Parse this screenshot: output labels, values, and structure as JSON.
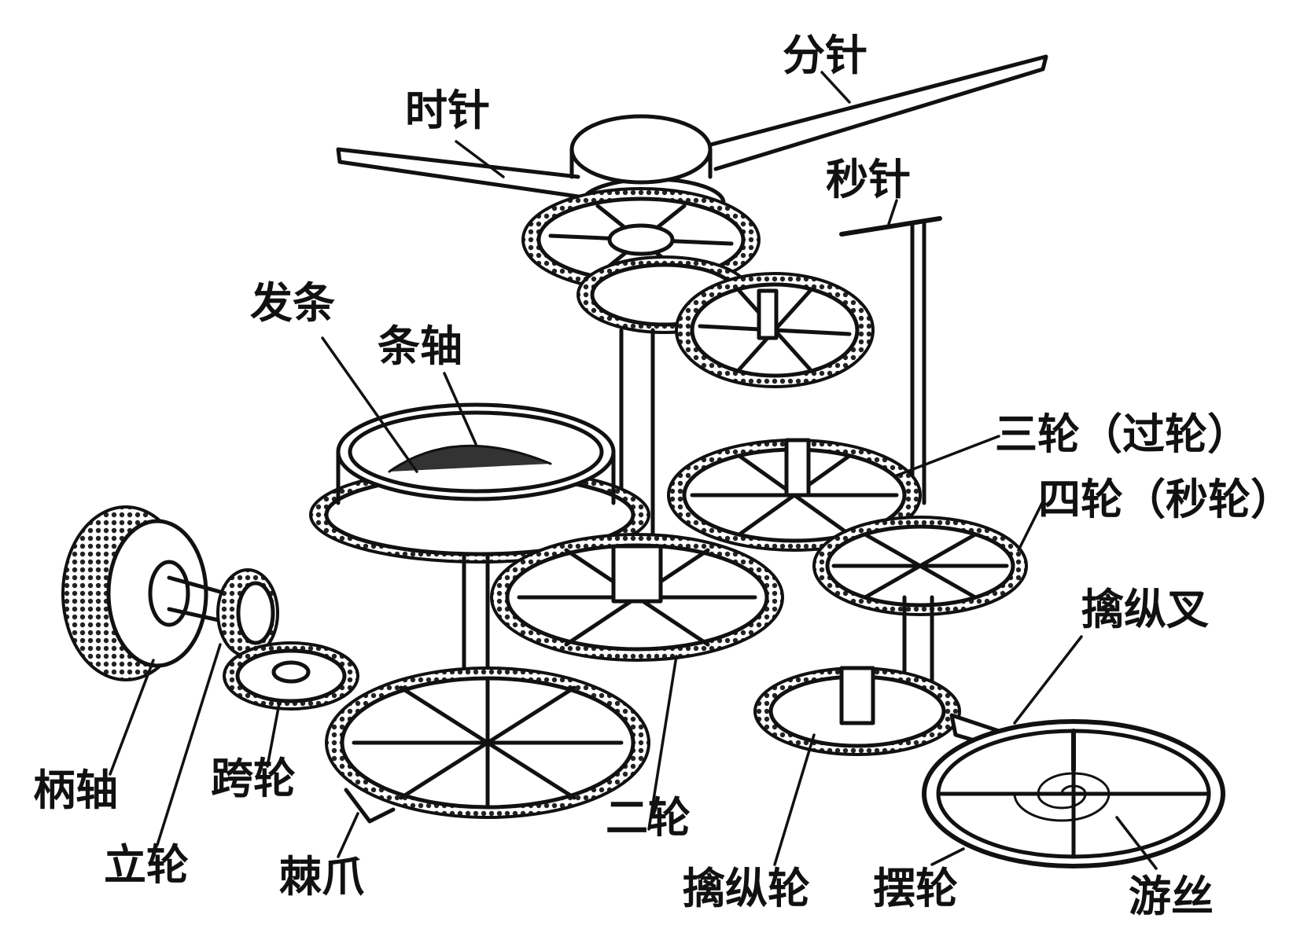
{
  "labels": {
    "hour_hand": "时针",
    "minute_hand": "分针",
    "second_hand": "秒针",
    "mainspring": "发条",
    "barrel_arbor": "条轴",
    "third_wheel": "三轮（过轮）",
    "fourth_wheel": "四轮（秒轮）",
    "pallet_fork": "擒纵叉",
    "winding_stem": "柄轴",
    "crown_wheel": "立轮",
    "intermediate_wheel": "跨轮",
    "click": "棘爪",
    "center_wheel": "二轮",
    "escape_wheel": "擒纵轮",
    "balance_wheel": "摆轮",
    "hairspring": "游丝"
  },
  "colors": {
    "ink": "#111111",
    "paper": "#ffffff"
  }
}
